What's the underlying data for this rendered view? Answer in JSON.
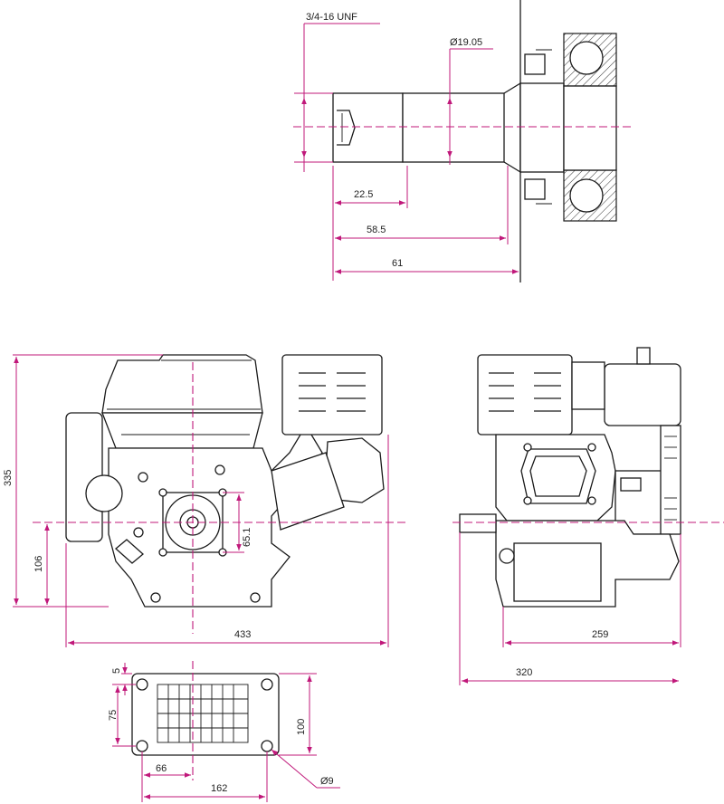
{
  "colors": {
    "dimension": "#c0187a",
    "outline": "#1a1a1a",
    "background": "#ffffff"
  },
  "shaft_detail": {
    "thread_label": "3/4-16 UNF",
    "diameter_label": "Ø19.05",
    "dim_22_5": "22.5",
    "dim_58_5": "58.5",
    "dim_61": "61"
  },
  "front_view": {
    "height_label": "335",
    "shaft_height_label": "106",
    "width_label": "433",
    "flange_label": "65.1"
  },
  "side_view": {
    "depth_label": "259",
    "total_depth_label": "320"
  },
  "base_view": {
    "dim_5": "5",
    "dim_75": "75",
    "dim_100": "100",
    "dim_66": "66",
    "dim_162": "162",
    "hole_label": "Ø9"
  }
}
